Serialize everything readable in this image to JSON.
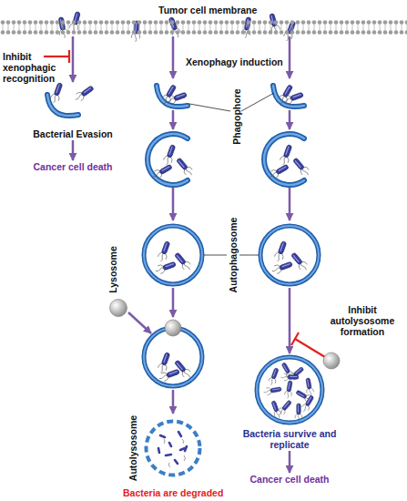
{
  "diagram": {
    "nodes": [
      {
        "text": [
          "Tumor cell membrane"
        ]
      },
      {
        "text": [
          "Bacterial Evasion"
        ]
      },
      {
        "text": [
          "Cancer cell death"
        ]
      },
      {
        "text": [
          "Lysosome"
        ]
      },
      {
        "text": [
          "Autolysosome"
        ]
      },
      {
        "text": [
          "Bacteria survive and replicate"
        ]
      },
      {
        "text": [
          "Cancer cell death"
        ]
      }
    ],
    "edges": [
      {
        "from": 1,
        "to": 2,
        "arrow": "to"
      },
      {
        "from": 5,
        "to": 6,
        "arrow": "to"
      }
    ],
    "labels": [
      "Inhibit xenophagic recognition",
      "Xenophagy induction",
      "Phagophore",
      "Autophagosome",
      "Bacteria are degraded",
      "Inhibit autolysosome formation"
    ]
  }
}
